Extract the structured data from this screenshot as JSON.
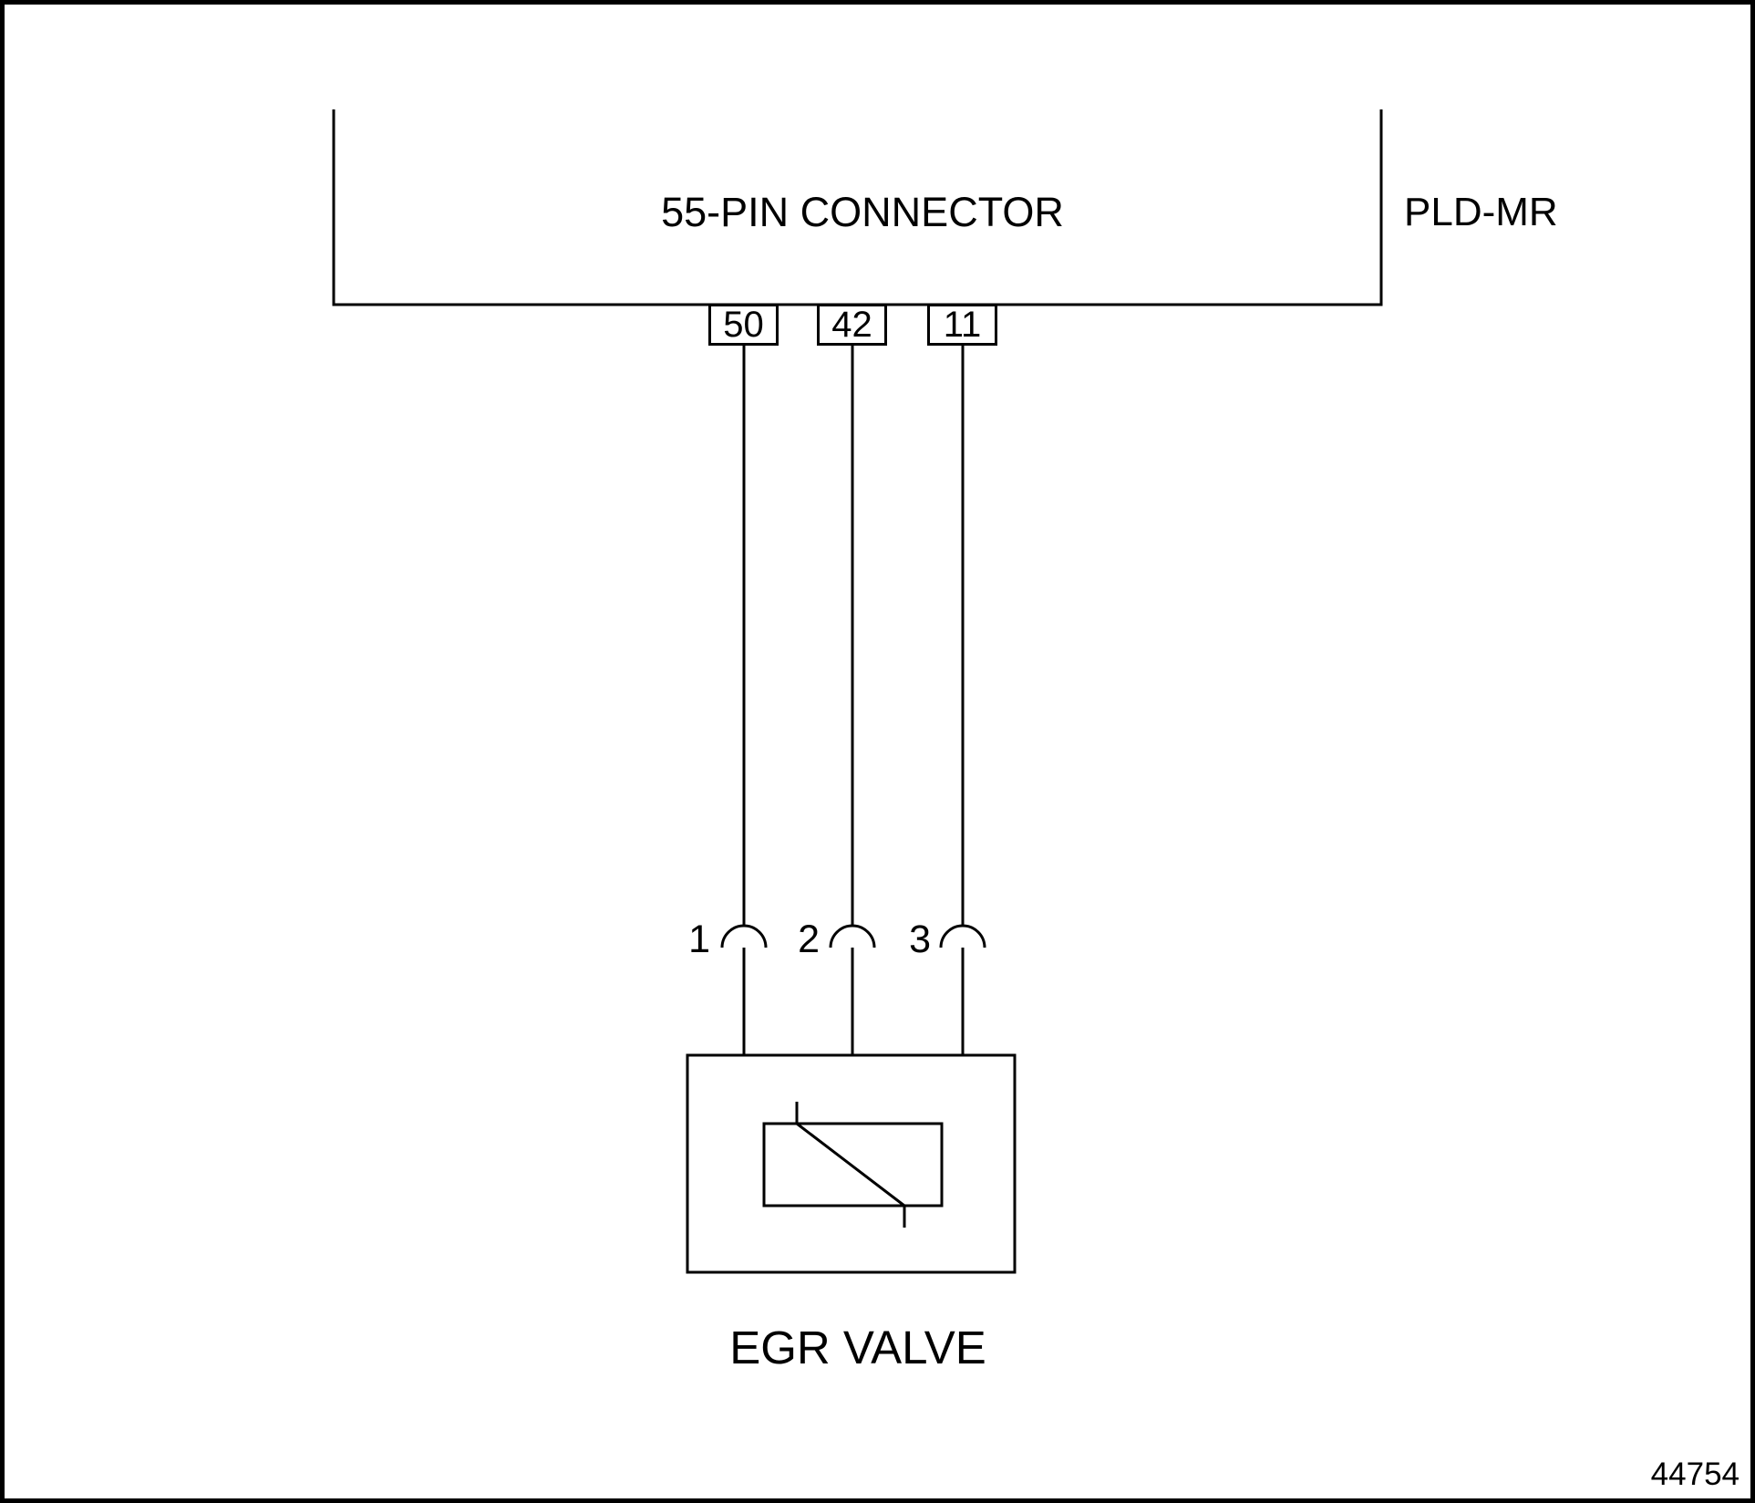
{
  "page": {
    "background": "#ffffff",
    "line_color": "#000000"
  },
  "connector": {
    "title": "55-PIN CONNECTOR",
    "module_label": "PLD-MR",
    "pins": [
      {
        "number": "50"
      },
      {
        "number": "42"
      },
      {
        "number": "11"
      }
    ]
  },
  "harness": {
    "inline_pin_labels": [
      {
        "number": "1"
      },
      {
        "number": "2"
      },
      {
        "number": "3"
      }
    ]
  },
  "device": {
    "label": "EGR VALVE",
    "symbol": "variable-resistor"
  },
  "figure_number": "44754"
}
